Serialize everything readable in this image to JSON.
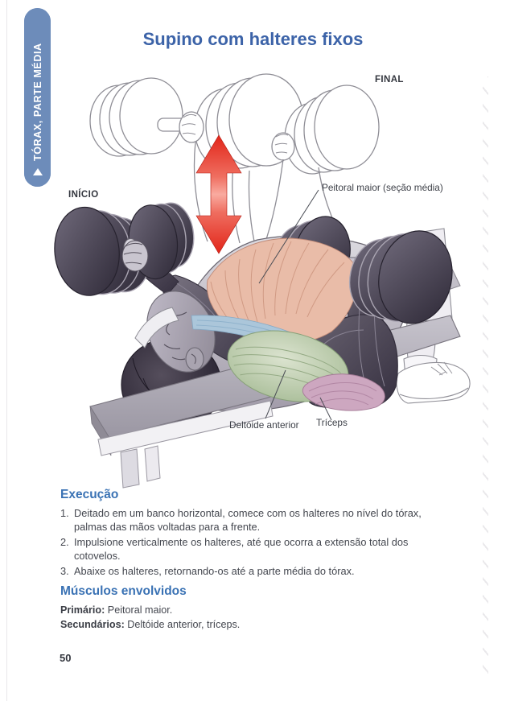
{
  "page": {
    "title": "Supino com halteres fixos",
    "number": "50"
  },
  "sidebar_tab": {
    "label": "TÓRAX, PARTE MÉDIA",
    "arrow_icon": "triangle-up",
    "bg_color": "#6d8cba"
  },
  "illustration": {
    "labels": {
      "final": "FINAL",
      "inicio": "INÍCIO",
      "peitoral": "Peitoral maior (seção média)",
      "deltoide": "Deltóide anterior",
      "triceps": "Tríceps"
    },
    "movement_arrow": "vertical-double-arrow"
  },
  "sections": {
    "execucao": {
      "heading": "Execução",
      "steps": [
        {
          "num": "1.",
          "text": "Deitado em um banco horizontal, comece com os halteres no nível do tórax, palmas das mãos voltadas para a frente."
        },
        {
          "num": "2.",
          "text": "Impulsione verticalmente os halteres, até que ocorra a extensão total dos cotovelos."
        },
        {
          "num": "3.",
          "text": "Abaixe os halteres, retornando-os até a parte média do tórax."
        }
      ]
    },
    "musculos": {
      "heading": "Músculos envolvidos",
      "primary_label": "Primário:",
      "primary_value": "Peitoral maior.",
      "secondary_label": "Secundários:",
      "secondary_value": "Deltóide anterior, tríceps."
    }
  },
  "colors": {
    "title_blue": "#3c63a8",
    "heading_blue": "#3a72b4",
    "tab_blue": "#6d8cba",
    "arrow_red": "#e22519",
    "pec_salmon": "#e9bca8",
    "clavicular_blue": "#abc6da",
    "deltoid_green": "#b8c9ab",
    "triceps_mauve": "#cda7c0"
  }
}
